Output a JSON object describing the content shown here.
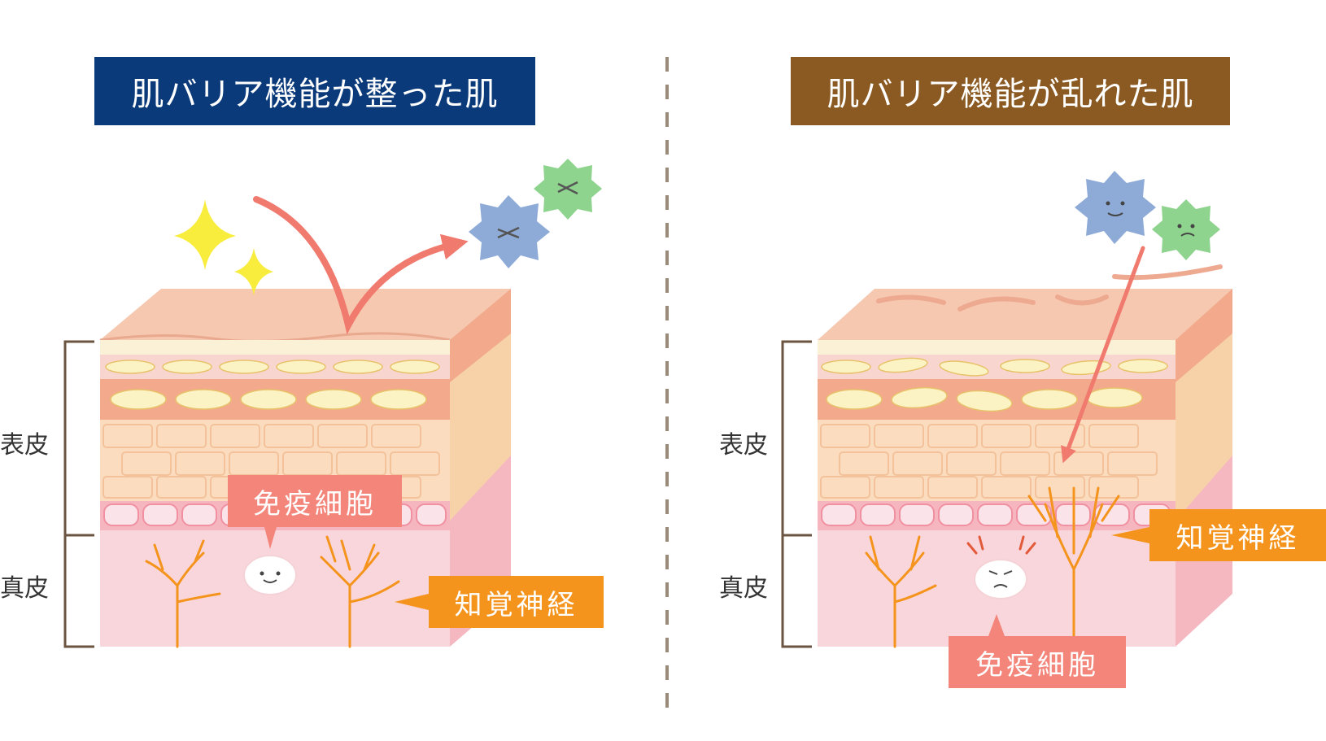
{
  "colors": {
    "healthy_title_bg": "#0b3a7a",
    "damaged_title_bg": "#8b5a22",
    "immune_label_bg": "#f4857a",
    "nerve_label_bg": "#f5941d",
    "arrow": "#f07a6e",
    "nerve": "#f5941d",
    "divider": "#9a8a7a",
    "bracket": "#6b5440"
  },
  "panels": {
    "healthy": {
      "title": "肌バリア機能が整った肌",
      "immune_label": "免疫細胞",
      "nerve_label": "知覚神経",
      "epidermis_label": "表皮",
      "dermis_label": "真皮"
    },
    "damaged": {
      "title": "肌バリア機能が乱れた肌",
      "immune_label": "免疫細胞",
      "nerve_label": "知覚神経",
      "epidermis_label": "表皮",
      "dermis_label": "真皮"
    }
  },
  "icons": [
    "sparkle-icon",
    "germ-icon",
    "immune-cell-icon",
    "nerve-icon",
    "arrow-icon"
  ]
}
